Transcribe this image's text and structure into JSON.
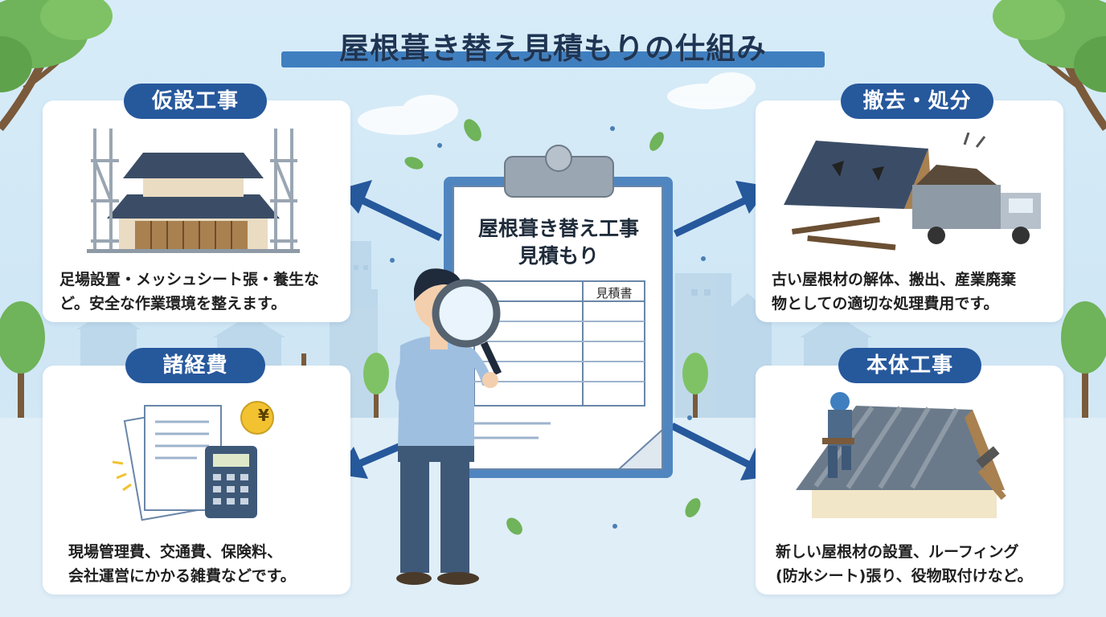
{
  "title": "屋根葺き替え見積もりの仕組み",
  "center": {
    "clipboard_title_line1": "屋根葺き替え工事",
    "clipboard_title_line2": "見積もり",
    "sheet_label": "見積書"
  },
  "cards": {
    "temporary": {
      "label": "仮設工事",
      "text_line1": "足場設置・メッシュシート張・養生な",
      "text_line2": "ど。安全な作業環境を整えます。"
    },
    "removal": {
      "label": "撤去・処分",
      "text_line1": "古い屋根材の解体、搬出、産業廃棄",
      "text_line2": "物としての適切な処理費用です。"
    },
    "expenses": {
      "label": "諸経費",
      "text_line1": "現場管理費、交通費、保険料、",
      "text_line2": "会社運営にかかる雑費などです。"
    },
    "main": {
      "label": "本体工事",
      "text_line1": "新しい屋根材の設置、ルーフィング",
      "text_line2": "(防水シート)張り、役物取付けなど。"
    }
  },
  "icons": {
    "yen_symbol": "¥"
  },
  "colors": {
    "label_bg": "#26589c",
    "title_bar": "#3f7fc0",
    "arrow": "#26589c",
    "sky": "#d7ecf8"
  }
}
